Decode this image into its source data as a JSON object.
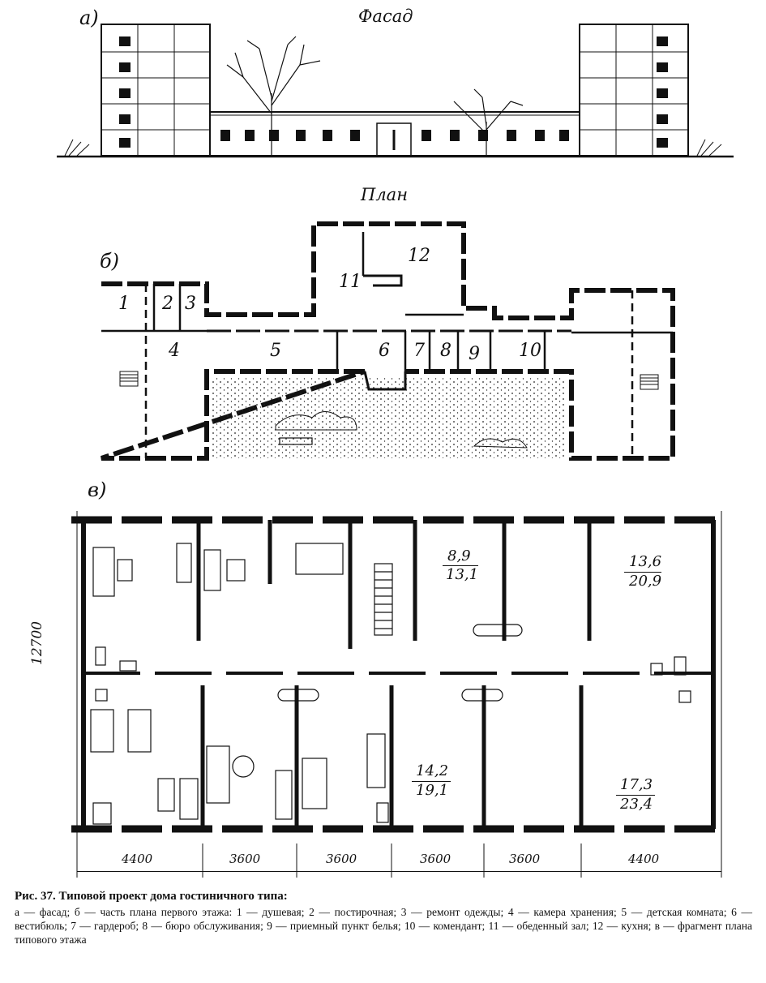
{
  "facade": {
    "marker": "а)",
    "title": "Фасад"
  },
  "plan": {
    "title": "План",
    "marker": "б)",
    "room_numbers": [
      "1",
      "2",
      "3",
      "4",
      "5",
      "6",
      "7",
      "8",
      "9",
      "10",
      "11",
      "12"
    ]
  },
  "typical_floor": {
    "marker": "в)",
    "height_dimension": "12700",
    "bay_widths": [
      "4400",
      "3600",
      "3600",
      "3600",
      "3600",
      "4400"
    ],
    "areas": [
      {
        "top": "8,9",
        "bottom": "13,1"
      },
      {
        "top": "13,6",
        "bottom": "20,9"
      },
      {
        "top": "14,2",
        "bottom": "19,1"
      },
      {
        "top": "17,3",
        "bottom": "23,4"
      }
    ]
  },
  "caption": {
    "title": "Рис. 37. Типовой проект дома гостиничного типа:",
    "legend": "а — фасад; б — часть плана первого этажа: 1 — душевая; 2 — постирочная; 3 — ремонт одежды; 4 — камера хранения; 5 — детская комната; 6 — вестибюль; 7 — гардероб; 8 — бюро обслуживания; 9 — приемный пункт белья; 10 — комендант; 11 — обеденный зал; 12 — кухня; в — фрагмент плана типового этажа"
  }
}
